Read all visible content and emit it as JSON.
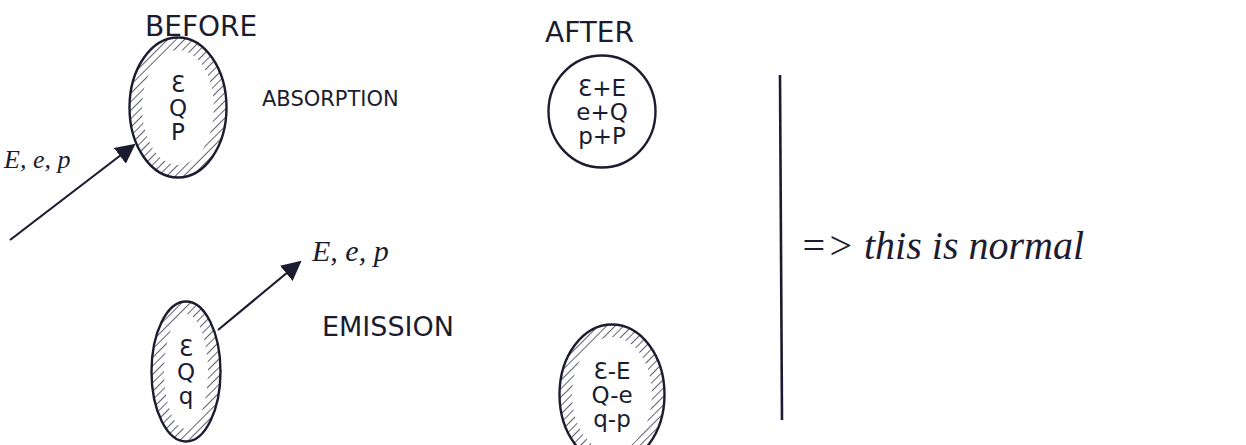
{
  "diagram": {
    "nodes": [
      {
        "text": [
          "Ɛ",
          "Q",
          "P"
        ]
      },
      {
        "text": [
          "Ɛ+E",
          "e+Q",
          "p+P"
        ]
      },
      {
        "text": [
          "Ɛ",
          "Q",
          "q"
        ]
      },
      {
        "text": [
          "Ɛ-E",
          "Q-e",
          "q-p"
        ]
      }
    ],
    "labels": [
      "BEFORE",
      "AFTER",
      "E, e, p",
      "ABSORPTION",
      "E, e, p",
      "EMISSION",
      "=> this is normal"
    ]
  }
}
